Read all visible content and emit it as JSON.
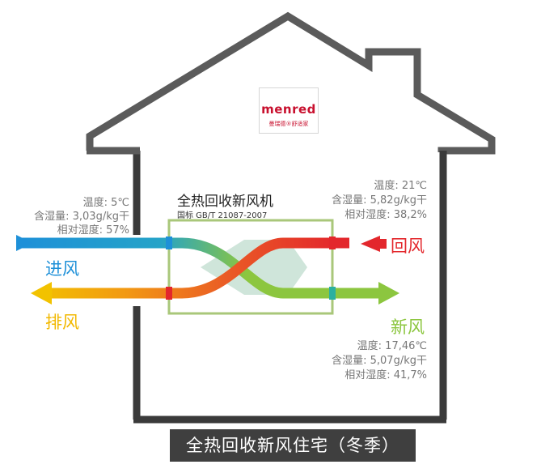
{
  "logo": {
    "wordmark": "menred",
    "tagline": "曼瑞德®舒适家"
  },
  "unit": {
    "title": "全热回收新风机",
    "standard": "国标 GB/T 21087-2007"
  },
  "outdoor_in": {
    "name": "进风",
    "temperature": "温度: 5℃",
    "humidity": "含湿量: 3,03g/kg干",
    "relative_humidity": "相对湿度: 57%"
  },
  "return_air": {
    "name": "回风",
    "temperature": "温度: 21℃",
    "humidity": "含湿量: 5,82g/kg干",
    "relative_humidity": "相对湿度: 38,2%"
  },
  "exhaust": {
    "name": "排风"
  },
  "fresh_air": {
    "name": "新风",
    "temperature": "温度: 17,46℃",
    "humidity": "含湿量: 5,07g/kg干",
    "relative_humidity": "相对湿度: 41,7%"
  },
  "caption": "全热回收新风住宅（冬季）",
  "colors": {
    "house": "#5b5b5b",
    "wall": "#3a3a3a",
    "box": "#a9c77a",
    "intake": "#1e90d8",
    "return": "#e3272c",
    "exhaust": "#f2c200",
    "fresh": "#8cc63f",
    "core": "#c7e0d3"
  }
}
